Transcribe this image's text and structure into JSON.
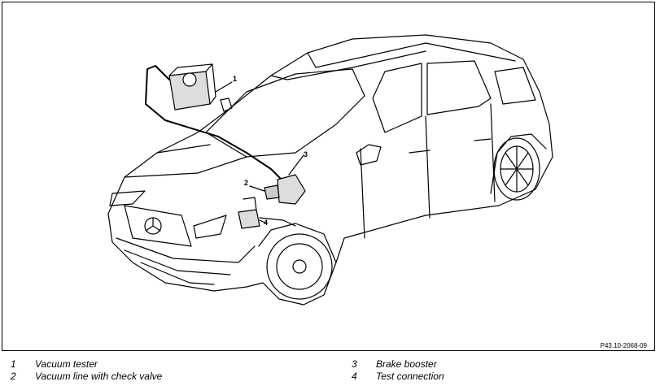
{
  "figure_id": "P43.10-2068-09",
  "callouts": [
    "1",
    "2",
    "3",
    "4"
  ],
  "legend": [
    {
      "number": "1",
      "text": "Vacuum tester"
    },
    {
      "number": "2",
      "text": "Vacuum line with check valve"
    },
    {
      "number": "3",
      "text": "Brake booster"
    },
    {
      "number": "4",
      "text": "Test connection"
    }
  ],
  "colors": {
    "line": "#000000",
    "background": "#ffffff",
    "component_fill": "#cccccc"
  }
}
